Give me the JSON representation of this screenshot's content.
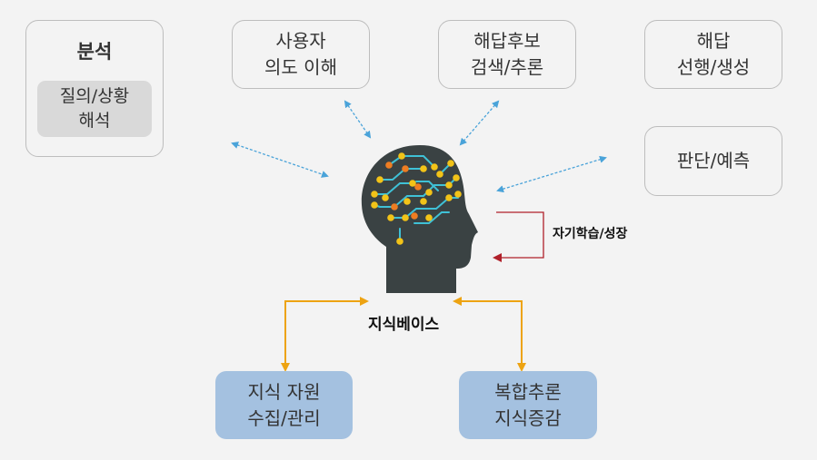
{
  "analysis": {
    "title": "분석",
    "inner_lines": [
      "질의/상황",
      "해석"
    ]
  },
  "boxes": {
    "user_intent": [
      "사용자",
      "의도 이해"
    ],
    "answer_search": [
      "해답후보",
      "검색/추론"
    ],
    "answer_generation": [
      "해답",
      "선행/생성"
    ],
    "judgment": [
      "판단/예측"
    ]
  },
  "bottom_boxes": {
    "knowledge_collection": [
      "지식 자원",
      "수집/관리"
    ],
    "complex_reasoning": [
      "복합추론",
      "지식증감"
    ]
  },
  "labels": {
    "self_learning": "자기학습/성장",
    "knowledge_base": "지식베이스"
  },
  "colors": {
    "head": "#3a4243",
    "circuit_cyan": "#3fc1d6",
    "node_yellow": "#f2c318",
    "node_orange": "#ee7d22",
    "dotted_arrow": "#4aa3d9",
    "orange_arrow": "#eda312",
    "red_arrow": "#b0202a",
    "blue_box": "#a4c1e0"
  }
}
